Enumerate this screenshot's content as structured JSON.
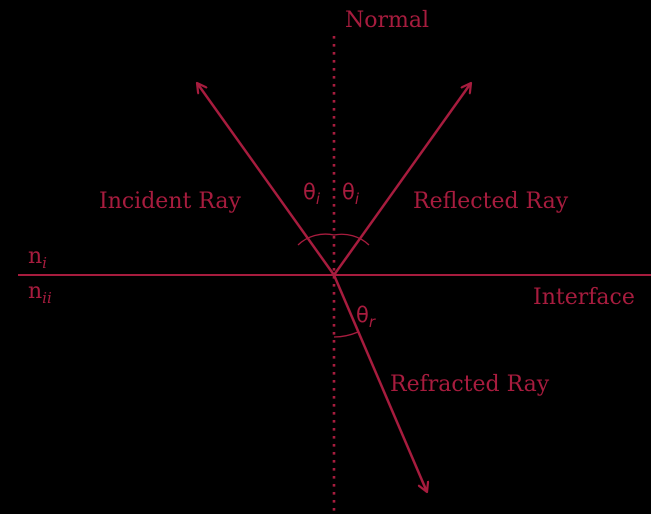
{
  "colors": {
    "background": "#000000",
    "stroke": "#A71C3E"
  },
  "labels": {
    "normal": "Normal",
    "incident_ray": "Incident Ray",
    "reflected_ray": "Reflected Ray",
    "refracted_ray": "Refracted Ray",
    "interface": "Interface"
  },
  "media": {
    "upper": {
      "base": "n",
      "subscript": "i"
    },
    "lower": {
      "base": "n",
      "subscript": "ii"
    }
  },
  "angles": {
    "incident": {
      "symbol": "θ",
      "subscript": "i"
    },
    "reflected": {
      "symbol": "θ",
      "subscript": "i"
    },
    "refracted": {
      "symbol": "θ",
      "subscript": "r"
    }
  }
}
